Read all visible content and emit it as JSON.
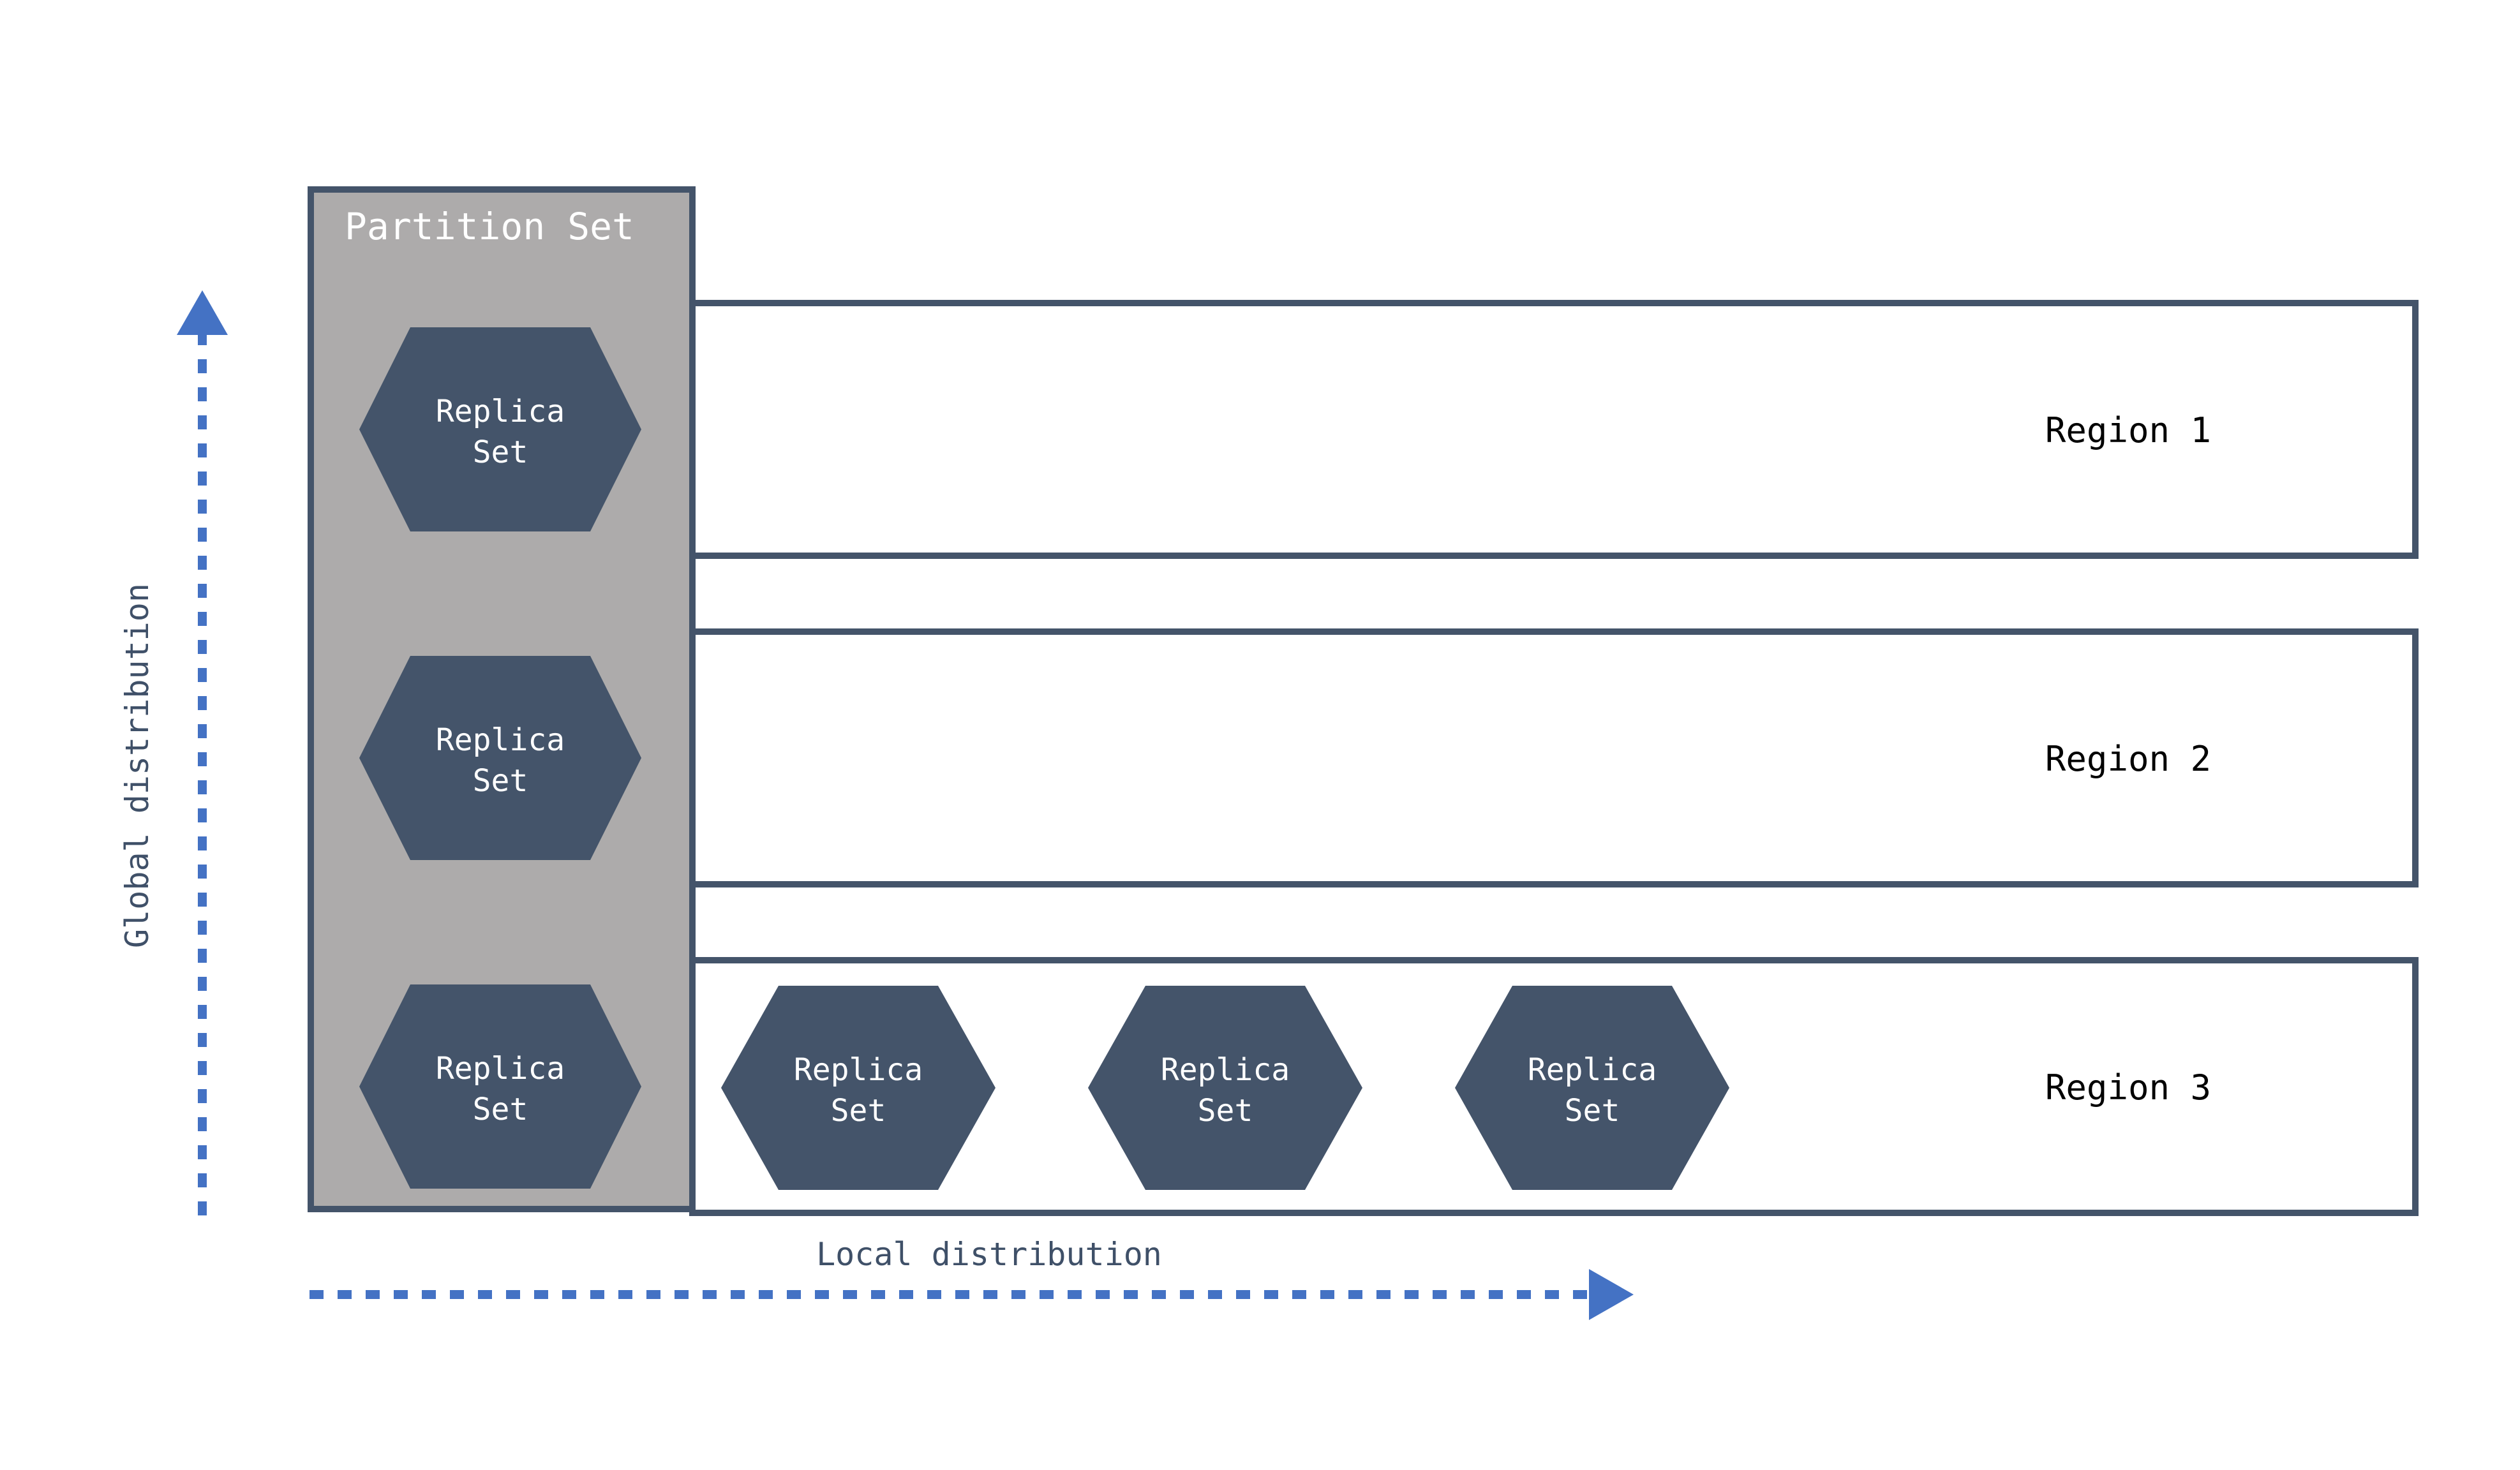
{
  "diagram": {
    "title_block": {
      "label": "Partition Set",
      "fill": "#ADABAB",
      "stroke": "#44546A"
    },
    "axes": {
      "vertical": {
        "label": "Global distribution",
        "color": "#4472C4",
        "direction": "up",
        "style": "dashed"
      },
      "horizontal": {
        "label": "Local distribution",
        "color": "#4472C4",
        "direction": "right",
        "style": "dashed"
      }
    },
    "regions": [
      {
        "label": "Region 1",
        "replica_count_local": 0
      },
      {
        "label": "Region 2",
        "replica_count_local": 0
      },
      {
        "label": "Region 3",
        "replica_count_local": 3
      }
    ],
    "node_label_line1": "Replica",
    "node_label_line2": "Set",
    "partition_nodes": [
      {
        "label_line1": "Replica",
        "label_line2": "Set",
        "region": "Region 1"
      },
      {
        "label_line1": "Replica",
        "label_line2": "Set",
        "region": "Region 2"
      },
      {
        "label_line1": "Replica",
        "label_line2": "Set",
        "region": "Region 3"
      }
    ],
    "local_nodes": [
      {
        "label_line1": "Replica",
        "label_line2": "Set",
        "region": "Region 3"
      },
      {
        "label_line1": "Replica",
        "label_line2": "Set",
        "region": "Region 3"
      },
      {
        "label_line1": "Replica",
        "label_line2": "Set",
        "region": "Region 3"
      }
    ],
    "colors": {
      "node_fill": "#44546A",
      "region_stroke": "#44546A",
      "region_fill": "#ffffff",
      "partition_fill": "#ADABAB",
      "accent_blue": "#4472C4",
      "text_dark": "#3f5068",
      "text_black": "#000000",
      "text_light": "#ffffff",
      "background": "#ffffff"
    }
  }
}
